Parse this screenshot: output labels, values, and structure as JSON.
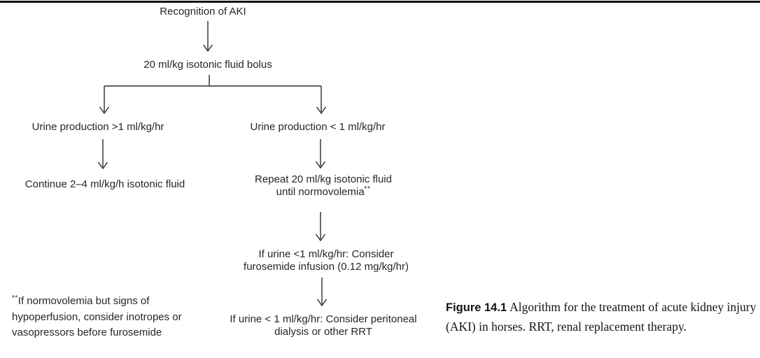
{
  "page": {
    "background_color": "#ffffff",
    "top_rule_color": "#121212",
    "line_color": "#2b2b2b",
    "text_color": "#26262b"
  },
  "flowchart": {
    "nodes": {
      "recognition": {
        "label": "Recognition of AKI"
      },
      "bolus": {
        "label": "20 ml/kg isotonic fluid bolus"
      },
      "urine_gt": {
        "label": "Urine production >1 ml/kg/hr"
      },
      "continue_fluid": {
        "label": "Continue 2–4 ml/kg/h isotonic fluid"
      },
      "urine_lt": {
        "label": "Urine production < 1 ml/kg/hr"
      },
      "repeat_bolus": {
        "line1": "Repeat 20 ml/kg isotonic fluid",
        "line2": "until normovolemia",
        "footnote_marker": "**"
      },
      "furosemide": {
        "line1": "If urine <1 ml/kg/hr: Consider",
        "line2": "furosemide infusion (0.12 mg/kg/hr)"
      },
      "dialysis": {
        "line1": "If urine < 1 ml/kg/hr: Consider peritoneal",
        "line2": "dialysis or other RRT"
      }
    }
  },
  "footnote": {
    "marker": "**",
    "line1": "If normovolemia but signs of",
    "line2": "hypoperfusion, consider inotropes or",
    "line3": "vasopressors before furosemide"
  },
  "caption": {
    "label": "Figure 14.1",
    "text": "Algorithm for the treatment of acute kidney injury (AKI) in horses. RRT, renal replacement therapy."
  }
}
